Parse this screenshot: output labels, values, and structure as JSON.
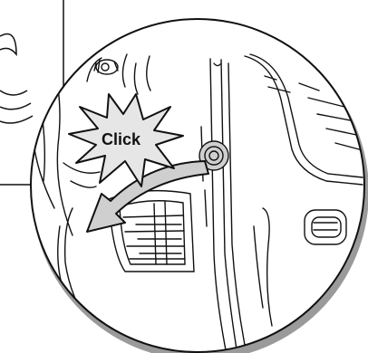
{
  "callout": {
    "label": "Click"
  },
  "colors": {
    "ink": "#111111",
    "background": "#ffffff",
    "shadow": "#8f8f8f",
    "arrow_fill": "#cfcfcf"
  },
  "icons": [
    "starburst-callout",
    "curved-arrow",
    "grommet",
    "clip",
    "air-vent",
    "door-handle"
  ]
}
